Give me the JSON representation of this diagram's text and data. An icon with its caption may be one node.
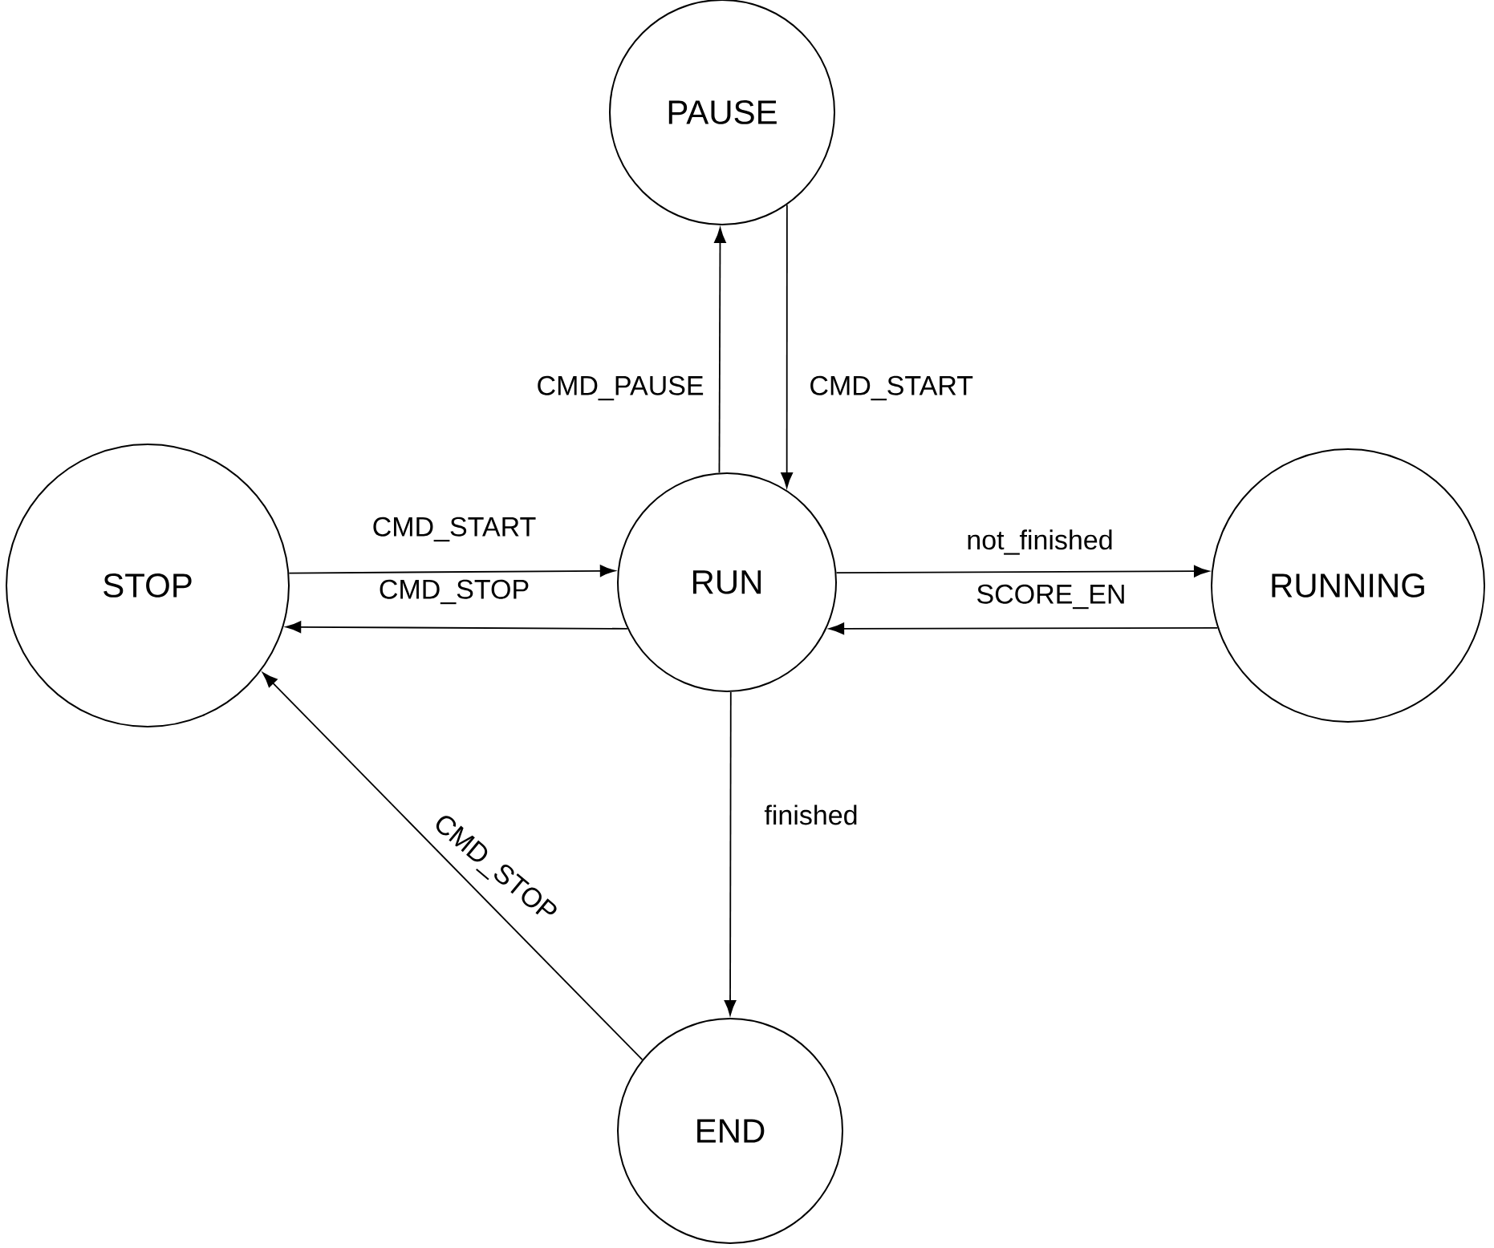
{
  "diagram": {
    "nodes": [
      {
        "text": [
          "PAUSE"
        ]
      },
      {
        "text": [
          "STOP"
        ]
      },
      {
        "text": [
          "RUN"
        ]
      },
      {
        "text": [
          "RUNNING"
        ]
      },
      {
        "text": [
          "END"
        ]
      }
    ],
    "edges": [
      {
        "from": 2,
        "to": 0,
        "arrow": "to",
        "label": "CMD_PAUSE"
      },
      {
        "from": 0,
        "to": 2,
        "arrow": "to",
        "label": "CMD_START"
      },
      {
        "from": 1,
        "to": 2,
        "arrow": "to",
        "label": "CMD_START"
      },
      {
        "from": 2,
        "to": 1,
        "arrow": "to",
        "label": "CMD_STOP"
      },
      {
        "from": 2,
        "to": 3,
        "arrow": "to",
        "label": "not_finished"
      },
      {
        "from": 3,
        "to": 2,
        "arrow": "to",
        "label": "SCORE_EN"
      },
      {
        "from": 2,
        "to": 4,
        "arrow": "to",
        "label": "finished"
      },
      {
        "from": 4,
        "to": 1,
        "arrow": "to",
        "label": "CMD_STOP"
      }
    ]
  }
}
